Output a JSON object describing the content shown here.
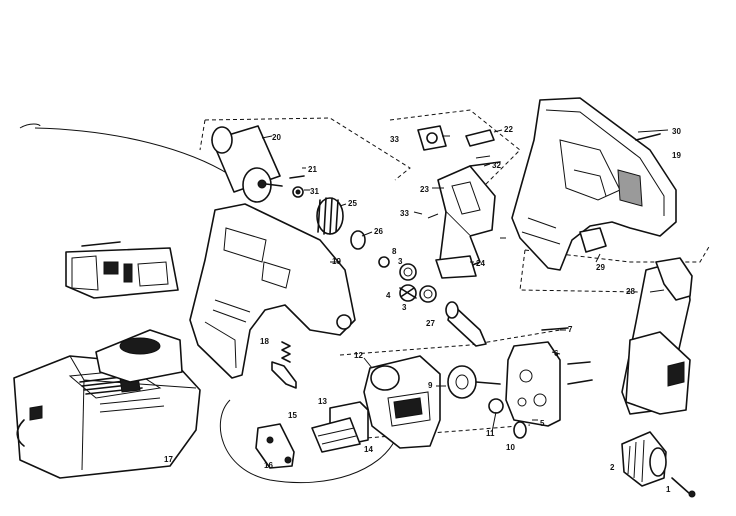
{
  "diagram": {
    "part_labels": [
      "1",
      "2",
      "3",
      "3",
      "4",
      "5",
      "6",
      "7",
      "8",
      "9",
      "10",
      "11",
      "11",
      "12",
      "13",
      "14",
      "15",
      "16",
      "17",
      "18",
      "19",
      "19",
      "20",
      "21",
      "22",
      "23",
      "24",
      "25",
      "26",
      "27",
      "28",
      "29",
      "30",
      "31",
      "32",
      "33",
      "33"
    ]
  }
}
